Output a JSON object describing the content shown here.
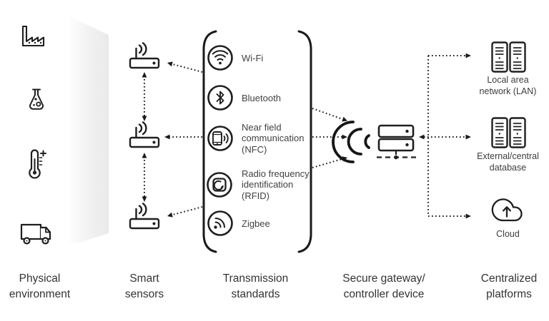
{
  "palette": {
    "ink": "#1f1f1f",
    "text": "#383838",
    "panel_light": "#ffffff",
    "panel_dark": "#e9e9e9"
  },
  "stages": {
    "physical": {
      "label": "Physical\nenvironment",
      "icons": [
        "factory-icon",
        "flask-icon",
        "thermometer-icon",
        "truck-icon"
      ]
    },
    "sensors": {
      "label": "Smart\nsensors",
      "sensor_count": 3,
      "icon": "wireless-router-icon"
    },
    "transmission": {
      "label": "Transmission\nstandards",
      "items": [
        {
          "id": "wifi",
          "icon": "wifi-icon",
          "label": "Wi-Fi"
        },
        {
          "id": "bluetooth",
          "icon": "bluetooth-icon",
          "label": "Bluetooth"
        },
        {
          "id": "nfc",
          "icon": "nfc-phone-icon",
          "label": "Near field\ncommunication\n(NFC)"
        },
        {
          "id": "rfid",
          "icon": "rfid-tag-icon",
          "label": "Radio frequency\nidentification\n(RFID)"
        },
        {
          "id": "zigbee",
          "icon": "zigbee-icon",
          "label": "Zigbee"
        }
      ]
    },
    "gateway": {
      "label": "Secure gateway/\ncontroller device",
      "icon": "server-stack-icon"
    },
    "platforms": {
      "label": "Centralized\nplatforms",
      "items": [
        {
          "id": "lan",
          "icon": "server-rack-icon",
          "label": "Local area\nnetwork (LAN)"
        },
        {
          "id": "database",
          "icon": "server-rack-icon",
          "label": "External/central\ndatabase"
        },
        {
          "id": "cloud",
          "icon": "cloud-upload-icon",
          "label": "Cloud"
        }
      ]
    }
  }
}
